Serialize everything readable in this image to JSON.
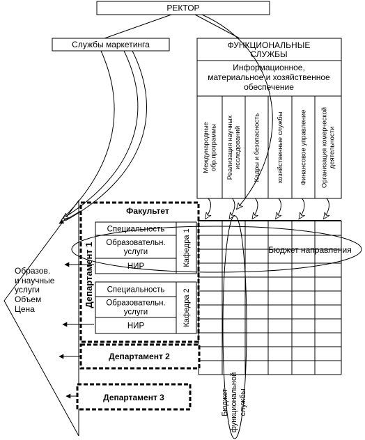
{
  "rector": "РЕКТОР",
  "marketing": "Службы маркетинга",
  "functional": {
    "title_lines": [
      "ФУНКЦИОНАЛЬНЫЕ",
      "СЛУЖБЫ"
    ],
    "support_lines": [
      "Информационное,",
      "материальное и хозяйственное",
      "обеспечение"
    ],
    "columns": [
      {
        "lines": [
          "Международные",
          "обр.программы"
        ]
      },
      {
        "lines": [
          "Реализация научных",
          "исследований"
        ]
      },
      {
        "lines": [
          "Кадры и безопасность"
        ]
      },
      {
        "lines": [
          "хозяйственные службы"
        ]
      },
      {
        "lines": [
          "Финансовое управление"
        ]
      },
      {
        "lines": [
          "Организация комерческой",
          "деятельности"
        ]
      }
    ]
  },
  "faculty": "Факультет",
  "department1": "Департамент 1",
  "department2": "Департамент 2",
  "department3": "Департамент 3",
  "chairs": [
    {
      "label": "Кафедра  1",
      "rows": [
        {
          "lines": [
            "Специальность"
          ]
        },
        {
          "lines": [
            "Образовательн.",
            "услуги"
          ]
        },
        {
          "lines": [
            "НИР"
          ]
        }
      ]
    },
    {
      "label": "Кафедра  2",
      "rows": [
        {
          "lines": [
            "Специальность"
          ]
        },
        {
          "lines": [
            "Образовательн.",
            "услуги"
          ]
        },
        {
          "lines": [
            "НИР"
          ]
        }
      ]
    }
  ],
  "output_lines": [
    "Образов.",
    "и научные",
    "услуги",
    "Объем",
    "Цена"
  ],
  "budget_direction": "Бюджет направления",
  "budget_functional_lines": [
    "Бюджет",
    "функциональной",
    "службы"
  ]
}
